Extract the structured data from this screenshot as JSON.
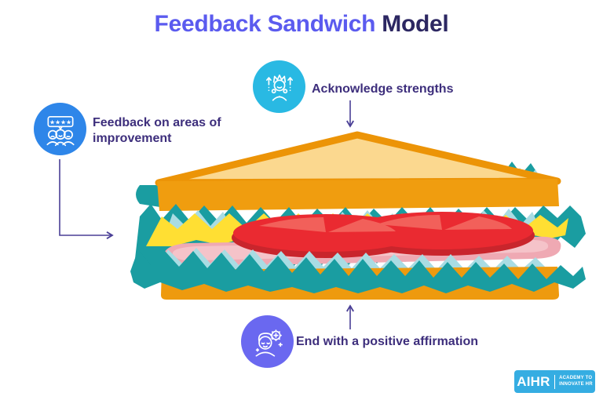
{
  "title": {
    "text_accent": "Feedback Sandwich",
    "text_dark": "Model",
    "accent_color": "#5B5BEF",
    "dark_color": "#2C2762"
  },
  "steps": {
    "strengths": {
      "label": "Acknowledge strengths",
      "icon": "strong-person-icon",
      "circle_color": "#29B9E3",
      "position": "top",
      "points_to": "top bread slice"
    },
    "improvement": {
      "label": "Feedback on areas of improvement",
      "icon": "rating-people-icon",
      "circle_color": "#2E86E9",
      "position": "left",
      "points_to": "sandwich filling"
    },
    "affirmation": {
      "label": "End with a positive affirmation",
      "icon": "person-gear-icon",
      "circle_color": "#6A68F0",
      "position": "bottom",
      "points_to": "bottom bread slice"
    }
  },
  "illustration": {
    "name": "sandwich",
    "layers": [
      "top bread",
      "lettuce",
      "cheese",
      "tomato",
      "ham",
      "lettuce",
      "bottom bread"
    ],
    "colors": {
      "bread_crust": "#EE9A0E",
      "bread_inside": "#FBD88F",
      "lettuce_teal": "#1A9DA1",
      "lettuce_light": "#A9DCE3",
      "cheese": "#FFDF33",
      "tomato": "#EA2A31",
      "tomato_light": "#F2605A",
      "ham": "#EFA9B3",
      "ham_light": "#F5C3C9"
    }
  },
  "connectors": {
    "color": "#4A3F96"
  },
  "label_text_color": "#3D2E7C",
  "brand": {
    "name": "AIHR",
    "tagline_line1": "ACADEMY TO",
    "tagline_line2": "INNOVATE HR",
    "bg_color": "#35ADE2"
  }
}
